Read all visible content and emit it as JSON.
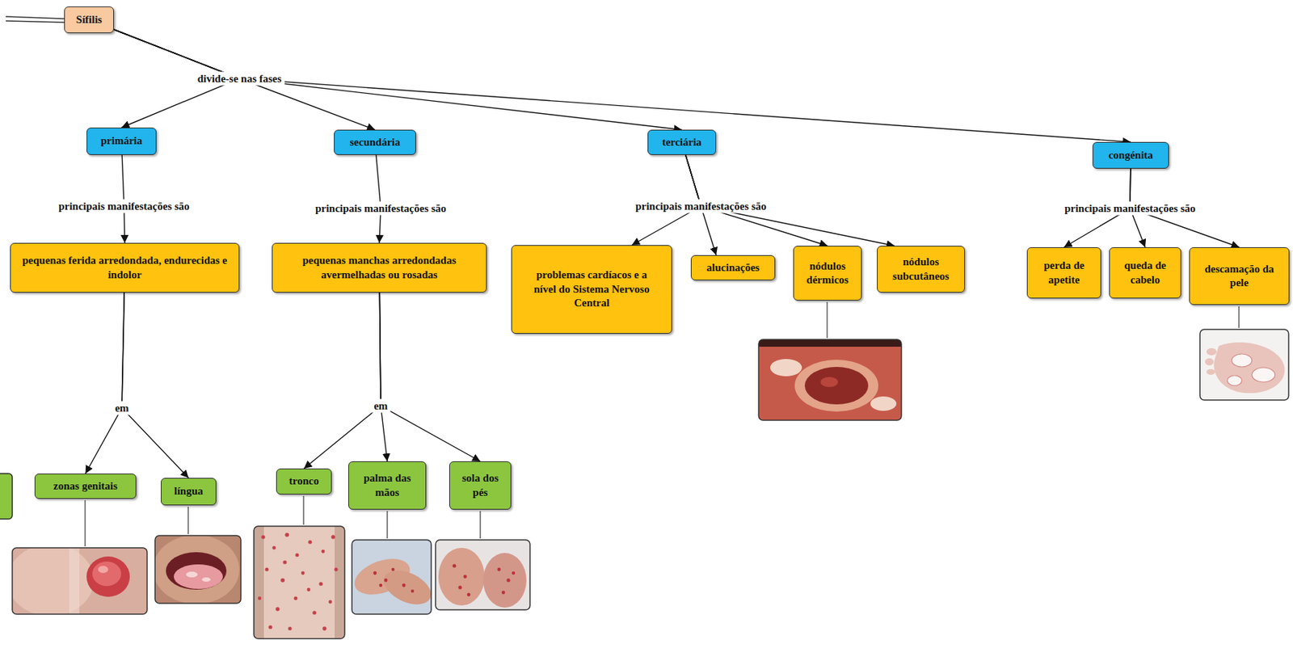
{
  "diagram": {
    "nodes": [
      {
        "text": [
          "Sífilis"
        ]
      },
      {
        "text": [
          "primária"
        ]
      },
      {
        "text": [
          "secundária"
        ]
      },
      {
        "text": [
          "terciária"
        ]
      },
      {
        "text": [
          "congénita"
        ]
      },
      {
        "text": [
          "pequenas ferida arredondada, endurecidas e indolor"
        ]
      },
      {
        "text": [
          "pequenas manchas arredondadas avermelhadas ou rosadas"
        ]
      },
      {
        "text": [
          "problemas cardíacos e a nível do Sistema Nervoso Central"
        ]
      },
      {
        "text": [
          "alucinações"
        ]
      },
      {
        "text": [
          "nódulos dérmicos"
        ]
      },
      {
        "text": [
          "nódulos subcutâneos"
        ]
      },
      {
        "text": [
          "perda de apetite"
        ]
      },
      {
        "text": [
          "queda de cabelo"
        ]
      },
      {
        "text": [
          "descamação da pele"
        ]
      },
      {
        "text": [
          "zonas genitais"
        ]
      },
      {
        "text": [
          "língua"
        ]
      },
      {
        "text": [
          "tronco"
        ]
      },
      {
        "text": [
          "palma das mãos"
        ]
      },
      {
        "text": [
          "sola dos pés"
        ]
      }
    ],
    "edges": [
      {
        "from": 0,
        "to": 1,
        "arrow": "to",
        "label": "divide-se nas fases"
      },
      {
        "from": 0,
        "to": 2,
        "arrow": "to"
      },
      {
        "from": 0,
        "to": 3,
        "arrow": "to"
      },
      {
        "from": 0,
        "to": 4,
        "arrow": "to"
      },
      {
        "from": 1,
        "to": 5,
        "arrow": "to",
        "label": "principais manifestações são"
      },
      {
        "from": 2,
        "to": 6,
        "arrow": "to",
        "label": "principais manifestações são"
      },
      {
        "from": 3,
        "to": 7,
        "arrow": "to",
        "label": "principais manifestações são"
      },
      {
        "from": 3,
        "to": 8,
        "arrow": "to"
      },
      {
        "from": 3,
        "to": 9,
        "arrow": "to"
      },
      {
        "from": 3,
        "to": 10,
        "arrow": "to"
      },
      {
        "from": 4,
        "to": 11,
        "arrow": "to",
        "label": "principais manifestações são"
      },
      {
        "from": 4,
        "to": 12,
        "arrow": "to"
      },
      {
        "from": 4,
        "to": 13,
        "arrow": "to"
      },
      {
        "from": 5,
        "to": 14,
        "arrow": "to",
        "label": "em"
      },
      {
        "from": 5,
        "to": 15,
        "arrow": "to"
      },
      {
        "from": 6,
        "to": 16,
        "arrow": "to",
        "label": "em"
      },
      {
        "from": 6,
        "to": 17,
        "arrow": "to"
      },
      {
        "from": 6,
        "to": 18,
        "arrow": "to"
      }
    ]
  }
}
